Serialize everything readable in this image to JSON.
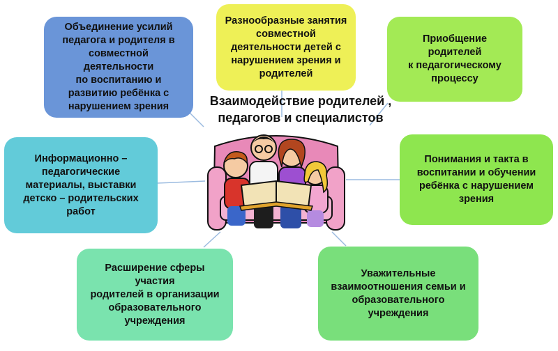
{
  "diagram": {
    "center_title": "Взаимодействие родителей ,\nпедагогов и специалистов",
    "nodes": [
      {
        "id": "top-left",
        "text": "Объединение усилий\nпедагога и родителя в\nсовместной деятельности\nпо воспитанию и\nразвитию ребёнка с\nнарушением зрения",
        "color": "#6a95d8"
      },
      {
        "id": "top-center",
        "text": "Разнообразные занятия\nсовместной\nдеятельности  детей с\nнарушением зрения и\nродителей",
        "color": "#eef057"
      },
      {
        "id": "top-right",
        "text": "Приобщение родителей\nк педагогическому\nпроцессу",
        "color": "#a3ea55"
      },
      {
        "id": "mid-left",
        "text": "Информационно –\nпедагогические\nматериалы, выставки\nдетско – родительских\nработ",
        "color": "#62cbd9"
      },
      {
        "id": "mid-right",
        "text": "Понимания и такта в\nвоспитании и обучении\nребёнка с нарушением\nзрения",
        "color": "#8ee64f"
      },
      {
        "id": "bottom-left",
        "text": "Расширение сферы участия\nродителей в организации\nобразовательного\nучреждения",
        "color": "#7ae3ae"
      },
      {
        "id": "bottom-right",
        "text": "Уважительные\nвзаимоотношения семьи и\nобразовательного\nучреждения",
        "color": "#79df7b"
      }
    ],
    "connector_color": "#9bbbe0"
  }
}
